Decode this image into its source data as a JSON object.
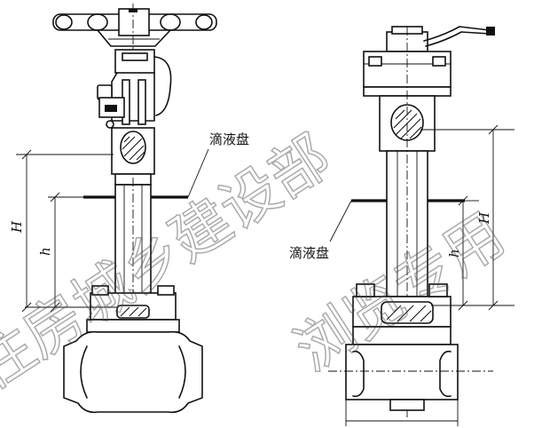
{
  "labels": {
    "drip_tray_left": "滴液盘",
    "drip_tray_right": "滴液盘",
    "dim_H_left": "H",
    "dim_h_left": "h",
    "dim_H_right": "H",
    "dim_h_right": "h"
  },
  "watermark": {
    "line1": "住房城乡建设部",
    "line2": "浏览专用"
  },
  "colors": {
    "ink": "#111111",
    "paper": "#ffffff",
    "watermark": "#444444"
  }
}
